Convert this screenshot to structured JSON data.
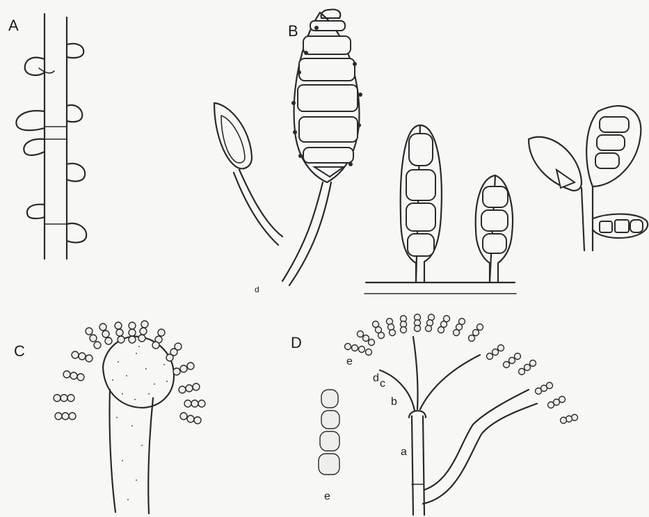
{
  "panels": {
    "A": "A",
    "B": "B",
    "C": "C",
    "D": "D"
  },
  "small_marks": {
    "b_d": "d"
  },
  "structure_labels": {
    "e_top": "e",
    "d": "d",
    "c": "c",
    "b": "b",
    "a": "a",
    "e_chain": "e"
  },
  "colors": {
    "ink": "#2a2a2a",
    "paper": "#f7f7f5"
  }
}
